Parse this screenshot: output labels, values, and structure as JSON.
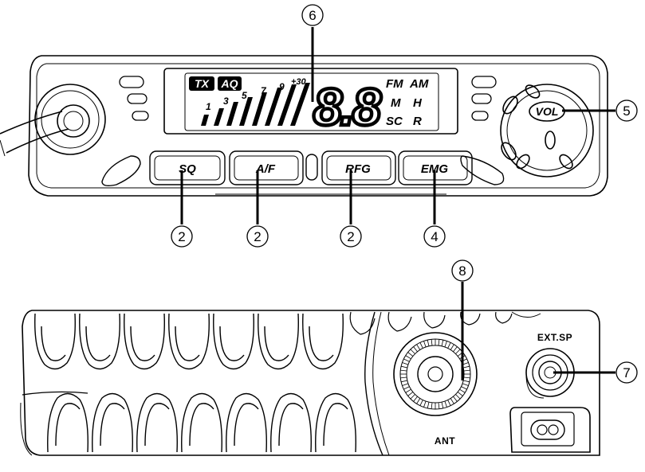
{
  "front_panel": {
    "lcd": {
      "tx_badge": "TX",
      "aq_badge": "AQ",
      "signal_labels": [
        "1",
        "3",
        "5",
        "7",
        "9",
        "+30"
      ],
      "digits": "8.8",
      "modes": [
        "FM",
        "AM",
        "M",
        "H",
        "SC",
        "R"
      ]
    },
    "buttons": [
      "SQ",
      "A/F",
      "RFG",
      "EMG"
    ],
    "volume_knob_label": "VOL"
  },
  "rear_panel": {
    "ant_label": "ANT",
    "ext_sp_label": "EXT.SP"
  },
  "callouts": [
    "2",
    "2",
    "2",
    "4",
    "5",
    "6",
    "7",
    "8"
  ]
}
